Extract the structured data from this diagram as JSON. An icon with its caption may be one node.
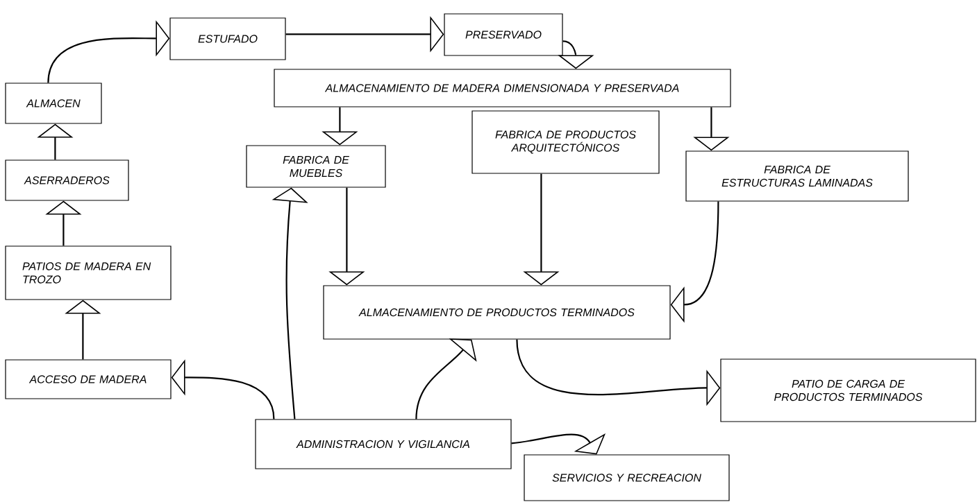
{
  "diagram": {
    "nodes": [
      {
        "text": [
          "ALMACEN"
        ]
      },
      {
        "text": [
          "ASERRADEROS"
        ]
      },
      {
        "text": [
          "PATIOS DE MADERA EN TROZO"
        ]
      },
      {
        "text": [
          "ACCESO DE MADERA"
        ]
      },
      {
        "text": [
          "ESTUFADO"
        ]
      },
      {
        "text": [
          "PRESERVADO"
        ]
      },
      {
        "text": [
          "ALMACENAMIENTO DE MADERA DIMENSIONADA Y PRESERVADA"
        ]
      },
      {
        "text": [
          "FABRICA DE MUEBLES"
        ]
      },
      {
        "text": [
          "FABRICA DE PRODUCTOS ARQUITECTÓNICOS"
        ]
      },
      {
        "text": [
          "FABRICA DE ESTRUCTURAS LAMINADAS"
        ]
      },
      {
        "text": [
          "ALMACENAMIENTO DE PRODUCTOS TERMINADOS"
        ]
      },
      {
        "text": [
          "PATIO DE CARGA DE PRODUCTOS TERMINADOS"
        ]
      },
      {
        "text": [
          "ADMINISTRACION Y VIGILANCIA"
        ]
      },
      {
        "text": [
          "SERVICIOS Y RECREACION"
        ]
      }
    ],
    "edges": [
      {
        "from": 3,
        "to": 2,
        "arrow": "to"
      },
      {
        "from": 2,
        "to": 1,
        "arrow": "to"
      },
      {
        "from": 1,
        "to": 0,
        "arrow": "to"
      },
      {
        "from": 0,
        "to": 4,
        "arrow": "to"
      },
      {
        "from": 4,
        "to": 5,
        "arrow": "to"
      },
      {
        "from": 5,
        "to": 6,
        "arrow": "to"
      },
      {
        "from": 6,
        "to": 7,
        "arrow": "to"
      },
      {
        "from": 6,
        "to": 9,
        "arrow": "to"
      },
      {
        "from": 7,
        "to": 10,
        "arrow": "to"
      },
      {
        "from": 8,
        "to": 10,
        "arrow": "to"
      },
      {
        "from": 9,
        "to": 10,
        "arrow": "to"
      },
      {
        "from": 10,
        "to": 11,
        "arrow": "to"
      },
      {
        "from": 12,
        "to": 3,
        "arrow": "to"
      },
      {
        "from": 12,
        "to": 7,
        "arrow": "to"
      },
      {
        "from": 12,
        "to": 10,
        "arrow": "to"
      },
      {
        "from": 12,
        "to": 13,
        "arrow": "to"
      }
    ]
  }
}
